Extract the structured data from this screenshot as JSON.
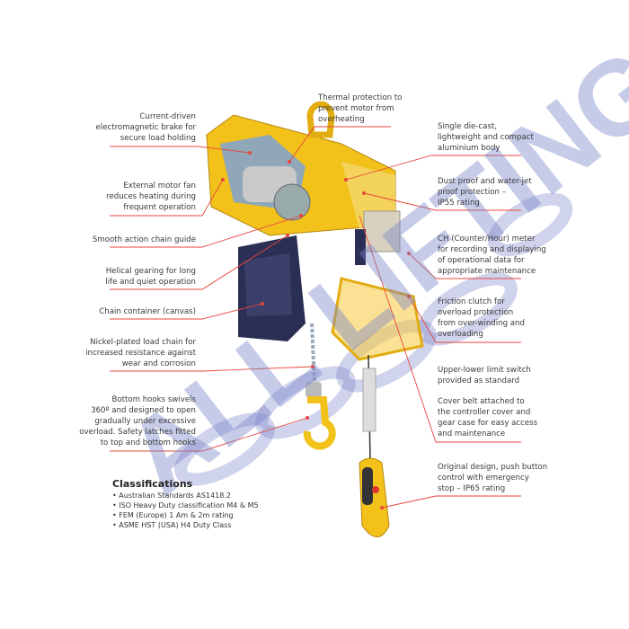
{
  "watermark": "ALL LIFTING",
  "colors": {
    "callout": "#e8463c",
    "body": "#f2c21b",
    "container": "#2c2f55",
    "watermark": "#7882c8"
  },
  "left_labels": [
    {
      "id": "brake",
      "lines": [
        "Current-driven",
        "electromagnetic brake for",
        "secure load holding"
      ]
    },
    {
      "id": "fan",
      "lines": [
        "External motor fan",
        "reduces heating during",
        "frequent operation"
      ]
    },
    {
      "id": "chain-guide",
      "lines": [
        "Smooth action chain guide"
      ]
    },
    {
      "id": "gearing",
      "lines": [
        "Helical gearing for long",
        "life and quiet operation"
      ]
    },
    {
      "id": "container",
      "lines": [
        "Chain container (canvas)"
      ]
    },
    {
      "id": "load-chain",
      "lines": [
        "Nickel-plated load chain for",
        "increased resistance against",
        "wear and corrosion"
      ]
    },
    {
      "id": "hooks",
      "lines": [
        "Bottom hooks swivels",
        "360º and designed to open",
        "gradually under excessive",
        "overload. Safety latches fitted",
        "to top and bottom hooks"
      ]
    }
  ],
  "right_labels": [
    {
      "id": "thermal",
      "lines": [
        "Thermal protection to",
        "prevent motor from",
        "overheating"
      ]
    },
    {
      "id": "body",
      "lines": [
        "Single die-cast,",
        "lightweight and compact",
        "aluminium body"
      ]
    },
    {
      "id": "dust",
      "lines": [
        "Dust proof and water-jet",
        "proof protection –",
        "IP55 rating"
      ]
    },
    {
      "id": "ch-meter",
      "lines": [
        "CH (Counter/Hour) meter",
        "for recording and displaying",
        "of operational data for",
        "appropriate maintenance"
      ]
    },
    {
      "id": "clutch",
      "lines": [
        "Friction clutch for",
        "overload protection",
        "from over-winding and",
        "overloading"
      ]
    },
    {
      "id": "limit",
      "lines": [
        "Upper-lower limit switch",
        "provided as standard"
      ]
    },
    {
      "id": "cover-belt",
      "lines": [
        "Cover belt attached to",
        "the controller cover and",
        "gear case for easy access",
        "and maintenance"
      ]
    },
    {
      "id": "pendant",
      "lines": [
        "Original design, push button",
        "control with emergency",
        "stop – IP65 rating"
      ]
    }
  ],
  "classifications": {
    "title": "Classifications",
    "items": [
      "Australian Standards AS1418.2",
      "ISO Heavy Duty classification M4 & M5",
      "FEM (Europe) 1 Am & 2m rating",
      "ASME HST (USA) H4 Duty Class"
    ]
  }
}
